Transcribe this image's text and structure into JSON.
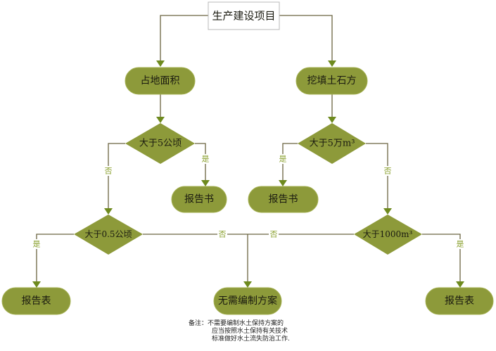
{
  "diagram": {
    "root": "生产建设项目",
    "area_branch": "占地面积",
    "earth_branch": "挖填土石方",
    "decision_area_5": "大于5公顷",
    "decision_earth_5w": "大于5万m³",
    "decision_area_05": "大于0.5公顷",
    "decision_earth_1000": "大于1000m³",
    "report_book_left": "报告书",
    "report_book_right": "报告书",
    "report_form_left": "报告表",
    "report_form_right": "报告表",
    "no_plan": "无需编制方案",
    "yes": "是",
    "no": "否"
  },
  "note": {
    "label": "备注：",
    "lines": [
      "不需要编制水土保持方案的",
      "应当按照水土保持有关技术",
      "标准做好水土流失防治工作."
    ]
  },
  "colors": {
    "node_fill": "#8d9a3a",
    "arrow": "#6e8a1e",
    "label": "#8aa02e"
  }
}
